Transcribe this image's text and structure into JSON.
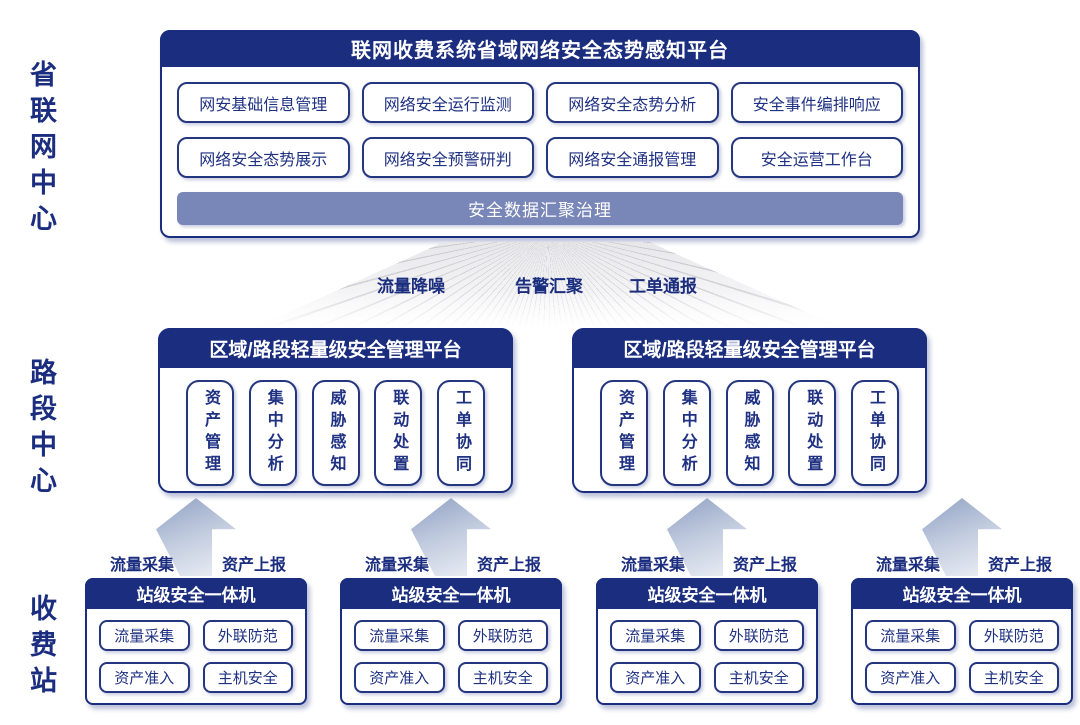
{
  "colors": {
    "navy": "#1b2d7e",
    "pill_border": "#24367f",
    "pill_text": "#1f3182",
    "slate_bar": "#7886b8",
    "arrow_gradient_start": "#8fa0c3",
    "arrow_gradient_end": "#edf0f6",
    "fan_gray": "#e7e7ea"
  },
  "rail_labels": [
    "省联网中心",
    "路段中心",
    "收费站"
  ],
  "top_platform": {
    "title": "联网收费系统省域网络安全态势感知平台",
    "modules": [
      "网安基础信息管理",
      "网络安全运行监测",
      "网络安全态势分析",
      "安全事件编排响应",
      "网络安全态势展示",
      "网络安全预警研判",
      "网络安全通报管理",
      "安全运营工作台"
    ],
    "data_bar": "安全数据汇聚治理"
  },
  "flow_labels": [
    "流量降噪",
    "告警汇聚",
    "工单通报"
  ],
  "platforms": [
    {
      "title": "区域/路段轻量级安全管理平台",
      "modules": [
        "资产管理",
        "集中分析",
        "威胁感知",
        "联动处置",
        "工单协同"
      ]
    },
    {
      "title": "区域/路段轻量级安全管理平台",
      "modules": [
        "资产管理",
        "集中分析",
        "威胁感知",
        "联动处置",
        "工单协同"
      ]
    }
  ],
  "stations": [
    {
      "uplink_left": "流量采集",
      "uplink_right": "资产上报",
      "title": "站级安全一体机",
      "modules": [
        "流量采集",
        "外联防范",
        "资产准入",
        "主机安全"
      ]
    },
    {
      "uplink_left": "流量采集",
      "uplink_right": "资产上报",
      "title": "站级安全一体机",
      "modules": [
        "流量采集",
        "外联防范",
        "资产准入",
        "主机安全"
      ]
    },
    {
      "uplink_left": "流量采集",
      "uplink_right": "资产上报",
      "title": "站级安全一体机",
      "modules": [
        "流量采集",
        "外联防范",
        "资产准入",
        "主机安全"
      ]
    },
    {
      "uplink_left": "流量采集",
      "uplink_right": "资产上报",
      "title": "站级安全一体机",
      "modules": [
        "流量采集",
        "外联防范",
        "资产准入",
        "主机安全"
      ]
    }
  ]
}
